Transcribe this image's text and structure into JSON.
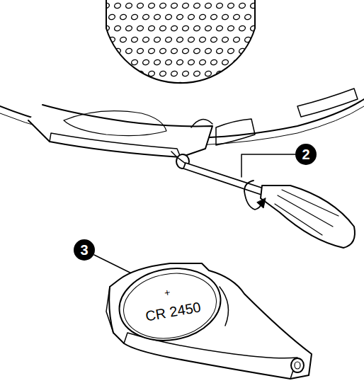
{
  "diagram": {
    "labels": [
      "2",
      "3",
      "+",
      "CR 2450"
    ]
  }
}
